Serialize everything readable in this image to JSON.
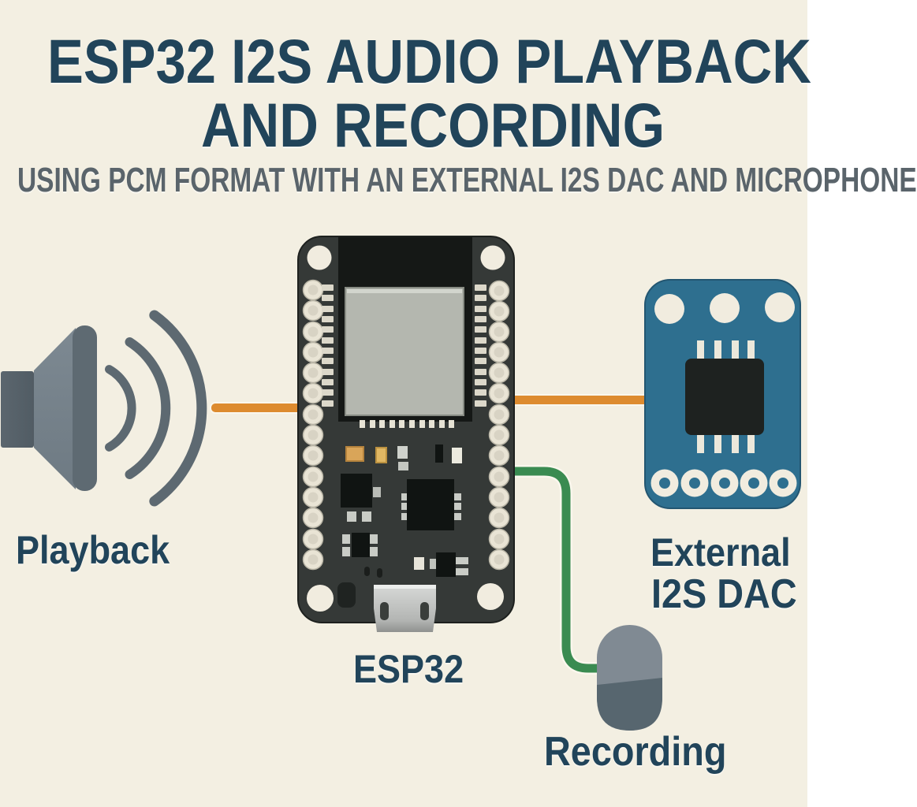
{
  "title": {
    "line1": "ESP32 I2S AUDIO PLAYBACK",
    "line2": "AND RECORDING"
  },
  "subtitle": "USING PCM FORMAT WITH AN EXTERNAL I2S DAC AND MICROPHONE",
  "nodes": {
    "playback": {
      "label": "Playback",
      "icon": "speaker-icon"
    },
    "esp32": {
      "label": "ESP32",
      "icon": "esp32-dev-board"
    },
    "dac": {
      "label_line1": "External",
      "label_line2": "I2S DAC",
      "icon": "dac-module"
    },
    "recording": {
      "label": "Recording",
      "icon": "microphone-icon"
    }
  },
  "connections": [
    {
      "from": "playback",
      "to": "esp32",
      "wire_color": "#dd8b2f"
    },
    {
      "from": "esp32",
      "to": "dac",
      "wire_color": "#dd8b2f"
    },
    {
      "from": "esp32",
      "to": "recording",
      "wire_color": "#3a8b51"
    }
  ],
  "colors": {
    "background": "#f3efe2",
    "heading": "#21445a",
    "subtitle": "#5a646b",
    "wire_orange": "#dd8b2f",
    "wire_green": "#3a8b51",
    "board_dark": "#353937",
    "board_black": "#151816",
    "shield_gray": "#b4b7af",
    "pin_cream": "#e9e4d5",
    "dac_teal": "#2e6f8f",
    "speaker_gray": "#5d6971",
    "mic_top": "#808a93",
    "mic_bottom": "#57666f"
  }
}
